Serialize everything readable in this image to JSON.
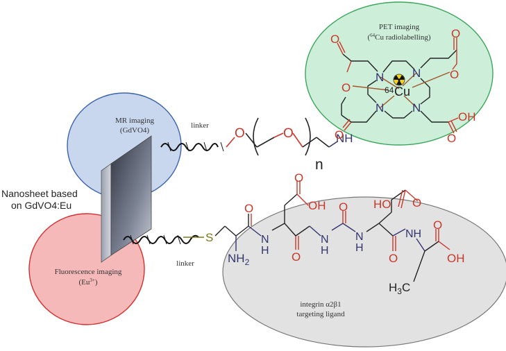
{
  "labels": {
    "pet_title": "PET imaging",
    "pet_sub_pre": "(",
    "pet_sup": "64",
    "pet_sub_post": "Cu radiolabelling)",
    "mr_title": "MR imaging",
    "mr_sub": "(GdVO4)",
    "linker_top": "linker",
    "linker_bottom": "linker",
    "nanosheet_line1": "Nanosheet based",
    "nanosheet_line2": "on GdVO4:Eu",
    "fluor_title": "Fluorescence imaging",
    "fluor_sub_pre": "(Eu",
    "fluor_sup": "3+",
    "fluor_sub_post": ")",
    "integrin_line1": "integrin α2β1",
    "integrin_line2": "targeting ligand"
  },
  "atoms": {
    "O": "O",
    "N": "N",
    "NH": "NH",
    "H": "H",
    "S": "S",
    "OH": "OH",
    "HO": "HO",
    "NH2_main": "NH",
    "NH2_sub": "2",
    "H3C_main": "H",
    "H3C_sub": "3",
    "H3C_end": "C",
    "cu_mass": "64",
    "cu": "Cu",
    "n": "n"
  },
  "colors": {
    "pet_fill": "#cdeed8",
    "pet_stroke": "#3aa65a",
    "mr_fill": "#c9d7ee",
    "mr_stroke": "#3b63a8",
    "fluor_fill": "#f6b9b9",
    "fluor_stroke": "#d32f2f",
    "ligand_fill": "#e2e2e2",
    "ligand_stroke": "#777777",
    "oxygen": "#c8382a",
    "nitrogen": "#34346e",
    "sulfur": "#7a7a1a",
    "bond": "#222222"
  },
  "icons": {
    "radiation": "radiation-icon"
  }
}
